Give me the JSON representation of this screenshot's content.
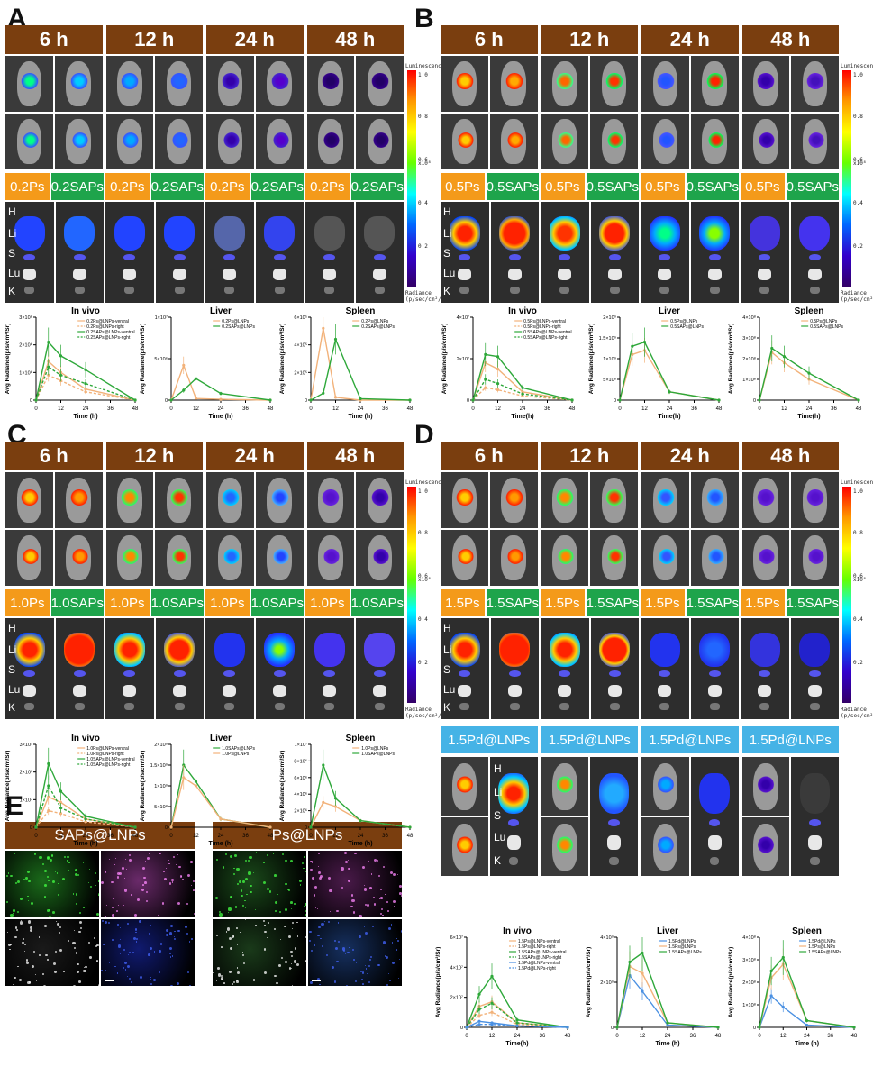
{
  "panels": {
    "A": {
      "letter": "A",
      "times": [
        "6 h",
        "12 h",
        "24 h",
        "48 h"
      ],
      "labels": [
        "0.2Ps",
        "0.2SAPs",
        "0.2Ps",
        "0.2SAPs",
        "0.2Ps",
        "0.2SAPs",
        "0.2Ps",
        "0.2SAPs"
      ]
    },
    "B": {
      "letter": "B",
      "times": [
        "6 h",
        "12 h",
        "24 h",
        "48 h"
      ],
      "labels": [
        "0.5Ps",
        "0.5SAPs",
        "0.5Ps",
        "0.5SAPs",
        "0.5Ps",
        "0.5SAPs",
        "0.5Ps",
        "0.5SAPs"
      ]
    },
    "C": {
      "letter": "C",
      "times": [
        "6 h",
        "12 h",
        "24 h",
        "48 h"
      ],
      "labels": [
        "1.0Ps",
        "1.0SAPs",
        "1.0Ps",
        "1.0SAPs",
        "1.0Ps",
        "1.0SAPs",
        "1.0Ps",
        "1.0SAPs"
      ]
    },
    "D": {
      "letter": "D",
      "times": [
        "6 h",
        "12 h",
        "24 h",
        "48 h"
      ],
      "labels": [
        "1.5Ps",
        "1.5SAPs",
        "1.5Ps",
        "1.5SAPs",
        "1.5Ps",
        "1.5SAPs",
        "1.5Ps",
        "1.5SAPs"
      ],
      "pd_labels": [
        "1.5Pd@LNPs",
        "1.5Pd@LNPs",
        "1.5Pd@LNPs",
        "1.5Pd@LNPs"
      ]
    },
    "E": {
      "letter": "E",
      "headers": [
        "SAPs@LNPs",
        "Ps@LNPs"
      ]
    }
  },
  "organs": [
    "H",
    "Li",
    "S",
    "Lu",
    "K"
  ],
  "colorbar": {
    "title": "Luminescence",
    "max": "1.0",
    "ticks": [
      "0.8",
      "0.6",
      "0.4",
      "0.2"
    ],
    "unit_exp": "x10⁸",
    "foot": "Radiance (p/sec/cm²/sr)"
  },
  "colors": {
    "header": "#7a3e0f",
    "ps": "#f49a1a",
    "saps": "#1ea44b",
    "pd": "#45b3e6",
    "ps_line": "#f2b27a",
    "saps_line": "#2ea83a",
    "pd_line": "#4a90e2"
  },
  "chart_data": [
    {
      "id": "A-invivo",
      "type": "line",
      "title": "In vivo",
      "xlabel": "Time (h)",
      "ylabel": "Avg Radiance(p/s/cm²/Sr)",
      "x": [
        0,
        6,
        12,
        24,
        48
      ],
      "xticks": [
        "0",
        "12",
        "24",
        "36",
        "48"
      ],
      "ylim": [
        0,
        300000000.0
      ],
      "yticks": [
        "3×10⁸",
        "2×10⁸",
        "1×10⁸",
        "0"
      ],
      "series": [
        {
          "name": "0.2Ps@LNPs-ventral",
          "color": "#f2b27a",
          "dashed": false,
          "values": [
            0,
            140000000.0,
            100000000.0,
            40000000.0,
            0
          ]
        },
        {
          "name": "0.2Ps@LNPs-right",
          "color": "#f2b27a",
          "dashed": true,
          "values": [
            0,
            90000000.0,
            70000000.0,
            30000000.0,
            0
          ]
        },
        {
          "name": "0.2SAPs@LNPs-ventral",
          "color": "#2ea83a",
          "dashed": false,
          "values": [
            0,
            210000000.0,
            160000000.0,
            110000000.0,
            0
          ]
        },
        {
          "name": "0.2SAPs@LNPs-right",
          "color": "#2ea83a",
          "dashed": true,
          "values": [
            0,
            120000000.0,
            90000000.0,
            60000000.0,
            0
          ]
        }
      ]
    },
    {
      "id": "A-liver",
      "type": "line",
      "title": "Liver",
      "xlabel": "Time (h)",
      "ylabel": "Avg Radiance(p/s/cm²/Sr)",
      "x": [
        0,
        6,
        12,
        24,
        48
      ],
      "xticks": [
        "0",
        "12",
        "24",
        "36",
        "48"
      ],
      "ylim": [
        0,
        10000000.0
      ],
      "yticks": [
        "1×10⁷",
        "5×10⁶",
        "0"
      ],
      "series": [
        {
          "name": "0.2Ps@LNPs",
          "color": "#f2b27a",
          "dashed": false,
          "values": [
            0,
            4200000.0,
            200000.0,
            100000.0,
            0
          ]
        },
        {
          "name": "0.2SAPs@LNPs",
          "color": "#2ea83a",
          "dashed": false,
          "values": [
            0,
            1200000.0,
            2600000.0,
            800000.0,
            0
          ]
        }
      ]
    },
    {
      "id": "A-spleen",
      "type": "line",
      "title": "Spleen",
      "xlabel": "Time (h)",
      "ylabel": "Avg Radiance(p/s/cm²/Sr)",
      "x": [
        0,
        6,
        12,
        24,
        48
      ],
      "xticks": [
        "0",
        "12",
        "24",
        "36",
        "48"
      ],
      "ylim": [
        0,
        600000.0
      ],
      "yticks": [
        "6×10⁵",
        "4×10⁵",
        "2×10⁵",
        "0"
      ],
      "series": [
        {
          "name": "0.2Ps@LNPs",
          "color": "#f2b27a",
          "dashed": false,
          "values": [
            0,
            520000.0,
            20000.0,
            0,
            0
          ]
        },
        {
          "name": "0.2SAPs@LNPs",
          "color": "#2ea83a",
          "dashed": false,
          "values": [
            0,
            50000.0,
            440000.0,
            10000.0,
            0
          ]
        }
      ]
    },
    {
      "id": "B-invivo",
      "type": "line",
      "title": "In vivo",
      "xlabel": "Time(h)",
      "ylabel": "Avg Radiance(p/s/cm²/Sr)",
      "x": [
        0,
        6,
        12,
        24,
        48
      ],
      "xticks": [
        "0",
        "12",
        "24",
        "36",
        "48"
      ],
      "ylim": [
        0,
        40000000.0
      ],
      "yticks": [
        "4×10⁷",
        "2×10⁷",
        "0"
      ],
      "series": [
        {
          "name": "0.5Ps@LNPs-ventral",
          "color": "#f2b27a",
          "dashed": false,
          "values": [
            0,
            18000000.0,
            15000000.0,
            4000000.0,
            0
          ]
        },
        {
          "name": "0.5Ps@LNPs-right",
          "color": "#f2b27a",
          "dashed": true,
          "values": [
            0,
            6000000.0,
            5000000.0,
            2000000.0,
            0
          ]
        },
        {
          "name": "0.5SAPs@LNPs-ventral",
          "color": "#2ea83a",
          "dashed": false,
          "values": [
            0,
            22000000.0,
            21000000.0,
            6000000.0,
            0
          ]
        },
        {
          "name": "0.5SAPs@LNPs-right",
          "color": "#2ea83a",
          "dashed": true,
          "values": [
            0,
            10000000.0,
            8000000.0,
            3000000.0,
            0
          ]
        }
      ]
    },
    {
      "id": "B-liver",
      "type": "line",
      "title": "Liver",
      "xlabel": "Time(h)",
      "ylabel": "Avg Radiance(p/s/cm²/Sr)",
      "x": [
        0,
        6,
        12,
        24,
        48
      ],
      "xticks": [
        "0",
        "12",
        "24",
        "36",
        "48"
      ],
      "ylim": [
        0,
        2000000000.0
      ],
      "yticks": [
        "2×10⁹",
        "1.5×10⁹",
        "1×10⁹",
        "5×10⁸",
        "0"
      ],
      "series": [
        {
          "name": "0.5Ps@LNPs",
          "color": "#f2b27a",
          "dashed": false,
          "values": [
            0,
            1100000000.0,
            1200000000.0,
            200000000.0,
            0
          ]
        },
        {
          "name": "0.5SAPs@LNPs",
          "color": "#2ea83a",
          "dashed": false,
          "values": [
            0,
            1300000000.0,
            1400000000.0,
            200000000.0,
            0
          ]
        }
      ]
    },
    {
      "id": "B-spleen",
      "type": "line",
      "title": "Spleen",
      "xlabel": "Time(h)",
      "ylabel": "Avg Radiance(p/s/cm²/Sr)",
      "x": [
        0,
        6,
        12,
        24,
        48
      ],
      "xticks": [
        "0",
        "12",
        "24",
        "36",
        "48"
      ],
      "ylim": [
        0,
        400000000.0
      ],
      "yticks": [
        "4×10⁸",
        "3×10⁸",
        "2×10⁸",
        "1×10⁸",
        "0"
      ],
      "series": [
        {
          "name": "0.5Ps@LNPs",
          "color": "#f2b27a",
          "dashed": false,
          "values": [
            0,
            230000000.0,
            180000000.0,
            100000000.0,
            0
          ]
        },
        {
          "name": "0.5SAPs@LNPs",
          "color": "#2ea83a",
          "dashed": false,
          "values": [
            0,
            250000000.0,
            210000000.0,
            130000000.0,
            0
          ]
        }
      ]
    },
    {
      "id": "C-invivo",
      "type": "line",
      "title": "In vivo",
      "xlabel": "Time (h)",
      "ylabel": "Avg Radiance(p/s/cm²/Sr)",
      "x": [
        0,
        6,
        12,
        24,
        48
      ],
      "xticks": [
        "0",
        "12",
        "24",
        "36",
        "48"
      ],
      "ylim": [
        0,
        30000000.0
      ],
      "yticks": [
        "3×10⁷",
        "2×10⁷",
        "1×10⁷",
        "0"
      ],
      "series": [
        {
          "name": "1.0Ps@LNPs-ventral",
          "color": "#f2b27a",
          "dashed": false,
          "values": [
            0,
            11000000.0,
            9000000.0,
            3000000.0,
            0
          ]
        },
        {
          "name": "1.0Ps@LNPs-right",
          "color": "#f2b27a",
          "dashed": true,
          "values": [
            0,
            6000000.0,
            5000000.0,
            2000000.0,
            0
          ]
        },
        {
          "name": "1.0SAPs@LNPs-ventral",
          "color": "#2ea83a",
          "dashed": false,
          "values": [
            0,
            23000000.0,
            13000000.0,
            4000000.0,
            0
          ]
        },
        {
          "name": "1.0SAPs@LNPs-right",
          "color": "#2ea83a",
          "dashed": true,
          "values": [
            0,
            15000000.0,
            7000000.0,
            3000000.0,
            0
          ]
        }
      ]
    },
    {
      "id": "C-liver",
      "type": "line",
      "title": "Liver",
      "xlabel": "Time (h)",
      "ylabel": "Avg Radiance(p/s/cm²/Sr)",
      "x": [
        0,
        6,
        12,
        24,
        48
      ],
      "xticks": [
        "0",
        "12",
        "24",
        "36",
        "48"
      ],
      "ylim": [
        0,
        2000000000.0
      ],
      "yticks": [
        "2×10⁹",
        "1.5×10⁹",
        "1×10⁹",
        "5×10⁸",
        "0"
      ],
      "series": [
        {
          "name": "1.0SAPs@LNPs",
          "color": "#2ea83a",
          "dashed": false,
          "values": [
            0,
            1500000000.0,
            1100000000.0,
            200000000.0,
            0
          ]
        },
        {
          "name": "1.0Ps@LNPs",
          "color": "#f2b27a",
          "dashed": false,
          "values": [
            0,
            1200000000.0,
            1000000000.0,
            200000000.0,
            0
          ]
        }
      ]
    },
    {
      "id": "C-spleen",
      "type": "line",
      "title": "Spleen",
      "xlabel": "Time (h)",
      "ylabel": "Avg Radiance(p/s/cm²/Sr)",
      "x": [
        0,
        6,
        12,
        24,
        48
      ],
      "xticks": [
        "0",
        "12",
        "24",
        "36",
        "48"
      ],
      "ylim": [
        0,
        10000000.0
      ],
      "yticks": [
        "1×10⁷",
        "8×10⁶",
        "6×10⁶",
        "4×10⁶",
        "2×10⁶",
        "0"
      ],
      "series": [
        {
          "name": "1.0Ps@LNPs",
          "color": "#f2b27a",
          "dashed": false,
          "values": [
            0,
            3000000.0,
            2500000.0,
            800000.0,
            0
          ]
        },
        {
          "name": "1.0SAPs@LNPs",
          "color": "#2ea83a",
          "dashed": false,
          "values": [
            0,
            7500000.0,
            3500000.0,
            800000.0,
            0
          ]
        }
      ]
    },
    {
      "id": "D-invivo",
      "type": "line",
      "title": "In vivo",
      "xlabel": "Time(h)",
      "ylabel": "Avg Radiance(p/s/cm²/Sr)",
      "x": [
        0,
        6,
        12,
        24,
        48
      ],
      "xticks": [
        "0",
        "12",
        "24",
        "36",
        "48"
      ],
      "ylim": [
        0,
        60000000.0
      ],
      "yticks": [
        "6×10⁷",
        "4×10⁷",
        "2×10⁷",
        "0"
      ],
      "series": [
        {
          "name": "1.5Ps@LNPs-ventral",
          "color": "#f2b27a",
          "dashed": false,
          "values": [
            0,
            14000000.0,
            17000000.0,
            3000000.0,
            0
          ]
        },
        {
          "name": "1.5Ps@LNPs-right",
          "color": "#f2b27a",
          "dashed": true,
          "values": [
            0,
            8000000.0,
            10000000.0,
            2000000.0,
            0
          ]
        },
        {
          "name": "1.5SAPs@LNPs-ventral",
          "color": "#2ea83a",
          "dashed": false,
          "values": [
            0,
            22000000.0,
            34000000.0,
            5000000.0,
            0
          ]
        },
        {
          "name": "1.5SAPs@LNPs-right",
          "color": "#2ea83a",
          "dashed": true,
          "values": [
            0,
            12000000.0,
            16000000.0,
            3000000.0,
            0
          ]
        },
        {
          "name": "1.5Pd@LNPs-ventral",
          "color": "#4a90e2",
          "dashed": false,
          "values": [
            0,
            4000000.0,
            3000000.0,
            1000000.0,
            0
          ]
        },
        {
          "name": "1.5Pd@LNPs-right",
          "color": "#4a90e2",
          "dashed": true,
          "values": [
            0,
            2000000.0,
            2000000.0,
            1000000.0,
            0
          ]
        }
      ]
    },
    {
      "id": "D-liver",
      "type": "line",
      "title": "Liver",
      "xlabel": "Time (h)",
      "ylabel": "Avg Radiance(p/s/cm²/Sr)",
      "x": [
        0,
        6,
        12,
        24,
        48
      ],
      "xticks": [
        "0",
        "12",
        "24",
        "36",
        "48"
      ],
      "ylim": [
        0,
        4000000000.0
      ],
      "yticks": [
        "4×10⁹",
        "2×10⁹",
        "0"
      ],
      "series": [
        {
          "name": "1.5Pd@LNPs",
          "color": "#4a90e2",
          "dashed": false,
          "values": [
            0,
            2300000000.0,
            1600000000.0,
            100000000.0,
            0
          ]
        },
        {
          "name": "1.5Ps@LNPs",
          "color": "#f2b27a",
          "dashed": false,
          "values": [
            0,
            2700000000.0,
            2400000000.0,
            200000000.0,
            0
          ]
        },
        {
          "name": "1.5SAPs@LNPs",
          "color": "#2ea83a",
          "dashed": false,
          "values": [
            0,
            2900000000.0,
            3300000000.0,
            200000000.0,
            0
          ]
        }
      ]
    },
    {
      "id": "D-spleen",
      "type": "line",
      "title": "Spleen",
      "xlabel": "Time (h)",
      "ylabel": "Avg Radiance(p/s/cm²/Sr)",
      "x": [
        0,
        6,
        12,
        24,
        48
      ],
      "xticks": [
        "0",
        "12",
        "24",
        "36",
        "48"
      ],
      "ylim": [
        0,
        400000000.0
      ],
      "yticks": [
        "4×10⁸",
        "3×10⁸",
        "2×10⁸",
        "1×10⁸",
        "0"
      ],
      "series": [
        {
          "name": "1.5Pd@LNPs",
          "color": "#4a90e2",
          "dashed": false,
          "values": [
            0,
            140000000.0,
            90000000.0,
            10000000.0,
            0
          ]
        },
        {
          "name": "1.5Ps@LNPs",
          "color": "#f2b27a",
          "dashed": false,
          "values": [
            0,
            220000000.0,
            280000000.0,
            30000000.0,
            0
          ]
        },
        {
          "name": "1.5SAPs@LNPs",
          "color": "#2ea83a",
          "dashed": false,
          "values": [
            0,
            250000000.0,
            310000000.0,
            30000000.0,
            0
          ]
        }
      ]
    }
  ]
}
